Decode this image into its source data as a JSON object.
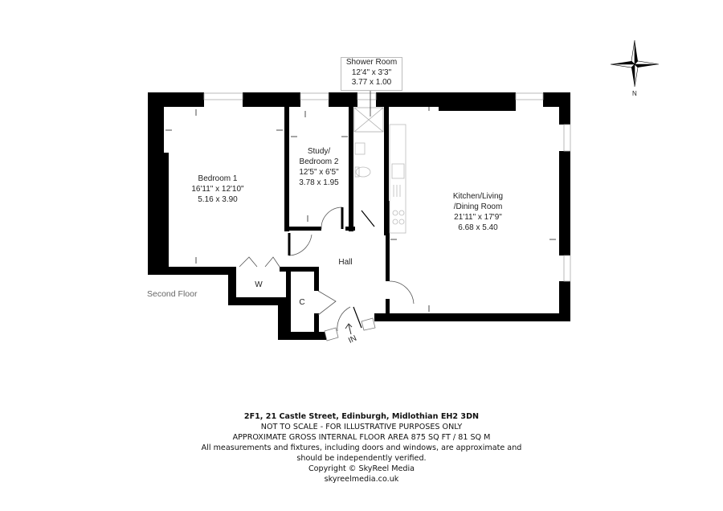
{
  "floor_label": "Second Floor",
  "rooms": {
    "shower": {
      "name": "Shower Room",
      "imperial": "12'4\" x 3'3\"",
      "metric": "3.77 x 1.00"
    },
    "bedroom1": {
      "name": "Bedroom 1",
      "imperial": "16'11\" x 12'10\"",
      "metric": "5.16 x 3.90"
    },
    "study": {
      "name1": "Study/",
      "name2": "Bedroom 2",
      "imperial": "12'5\" x 6'5\"",
      "metric": "3.78 x 1.95"
    },
    "kitchen": {
      "name1": "Kitchen/Living",
      "name2": "/Dining Room",
      "imperial": "21'11\" x 17'9\"",
      "metric": "6.68 x 5.40"
    },
    "hall": {
      "name": "Hall"
    },
    "wardrobe": {
      "name": "W"
    },
    "cupboard": {
      "name": "C"
    },
    "entrance": {
      "name": "IN"
    }
  },
  "compass": {
    "label": "N",
    "icon": "compass-rose-icon"
  },
  "footer": {
    "address": "2F1, 21 Castle Street, Edinburgh, Midlothian EH2 3DN",
    "line1": "NOT TO SCALE - FOR ILLUSTRATIVE PURPOSES ONLY",
    "line2": "APPROXIMATE GROSS INTERNAL FLOOR AREA 875 SQ FT / 81 SQ M",
    "line3": "All measurements and fixtures, including doors and windows, are approximate and",
    "line4": "should be independently verified.",
    "line5": "Copyright © SkyReel Media",
    "line6": "skyreelmedia.co.uk"
  }
}
